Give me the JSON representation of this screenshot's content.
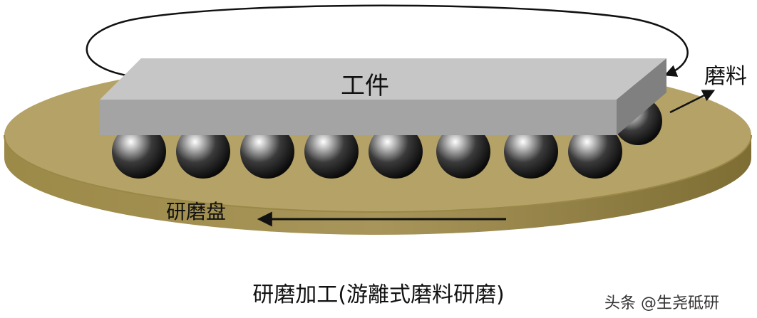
{
  "labels": {
    "workpiece": "工件",
    "abrasive": "磨料",
    "lapping_plate": "研磨盘",
    "caption": "研磨加工(游離式磨料研磨)",
    "watermark": "头条 @生尧砥研"
  },
  "colors": {
    "plate_top": "#b5a266",
    "plate_side": "#8c7b3e",
    "workpiece_top": "#c6c6c6",
    "workpiece_front": "#a4a4a4",
    "workpiece_side": "#7f7f7f",
    "ball_dark": "#111111",
    "ball_highlight": "#ffffff",
    "arrow": "#111111"
  },
  "abrasive_particle_count": 9
}
